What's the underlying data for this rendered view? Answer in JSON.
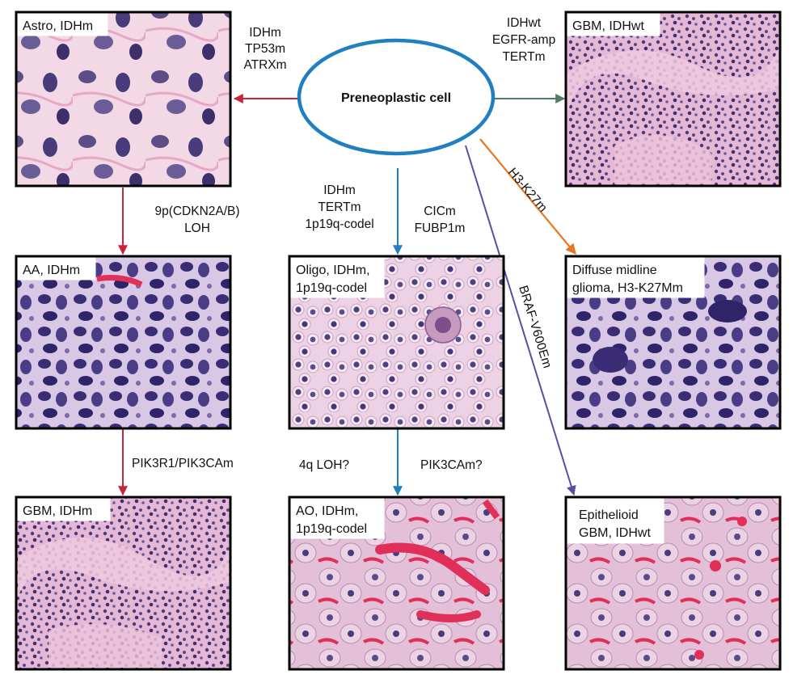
{
  "colors": {
    "red": "#c8243c",
    "green": "#4d7d62",
    "blue": "#1f7fc0",
    "orange": "#e87722",
    "purple": "#5b4da0",
    "ellipse_stroke": "#1f7fc0"
  },
  "center": {
    "label": "Preneoplastic cell"
  },
  "panels": {
    "astro": {
      "label": [
        "Astro, IDHm"
      ]
    },
    "gbm_idhwt": {
      "label": [
        "GBM, IDHwt"
      ]
    },
    "aa": {
      "label": [
        "AA, IDHm"
      ]
    },
    "oligo": {
      "label": [
        "Oligo, IDHm,",
        "1p19q-codel"
      ]
    },
    "dmg": {
      "label": [
        "Diffuse midline",
        "glioma, H3-K27Mm"
      ]
    },
    "gbm_idhm": {
      "label": [
        "GBM, IDHm"
      ]
    },
    "ao": {
      "label": [
        "AO, IDHm,",
        "1p19q-codel"
      ]
    },
    "epi": {
      "label": [
        "Epithelioid",
        "GBM, IDHwt"
      ]
    }
  },
  "edge_labels": {
    "astro": [
      "IDHm",
      "TP53m",
      "ATRXm"
    ],
    "gbm_idhwt": [
      "IDHwt",
      "EGFR-amp",
      "TERTm"
    ],
    "aa": [
      "9p(CDKN2A/B)",
      "LOH"
    ],
    "oligo_left": [
      "IDHm",
      "TERTm",
      "1p19q-codel"
    ],
    "oligo_right": [
      "CICm",
      "FUBP1m"
    ],
    "dmg": "H3-K27m",
    "epi": "BRAF-V600Em",
    "gbm_idhm": "PIK3R1/PIK3CAm",
    "ao_left": "4q LOH?",
    "ao_right": "PIK3CAm?"
  }
}
